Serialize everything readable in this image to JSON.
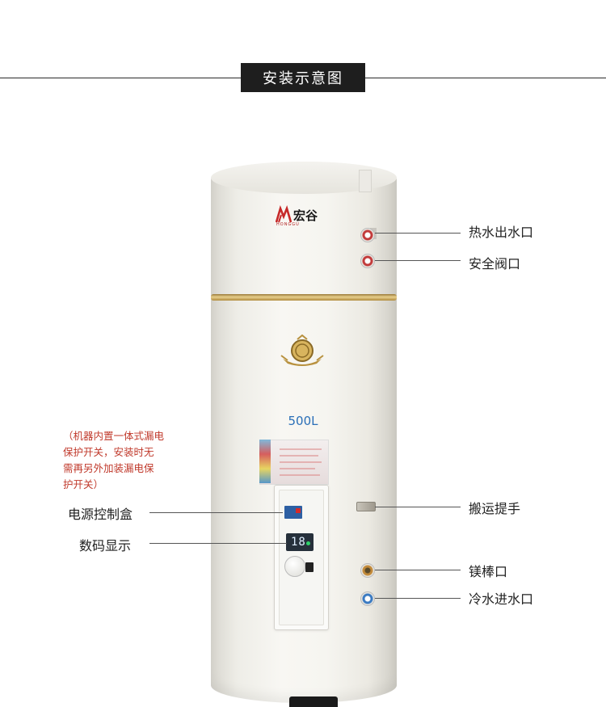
{
  "header": {
    "title": "安装示意图"
  },
  "product": {
    "brand_name": "宏谷",
    "brand_sub": "HONGGU",
    "capacity": "500L",
    "display_reading": "18"
  },
  "callouts": {
    "hot_water_outlet": "热水出水口",
    "safety_valve": "安全阀口",
    "carry_handle": "搬运提手",
    "magnesium_rod": "镁棒口",
    "cold_water_inlet": "冷水进水口",
    "power_control_box": "电源控制盒",
    "digital_display": "数码显示"
  },
  "note": {
    "line1": "（机器内置一体式漏电",
    "line2": "保护开关，安装时无",
    "line3": "需再另外加装漏电保",
    "line4": "护开关）"
  },
  "colors": {
    "title_bg": "#1e1e1e",
    "note_text": "#c0392b",
    "capacity_text": "#2a6fb8",
    "gold_band": "#d4b46a"
  }
}
